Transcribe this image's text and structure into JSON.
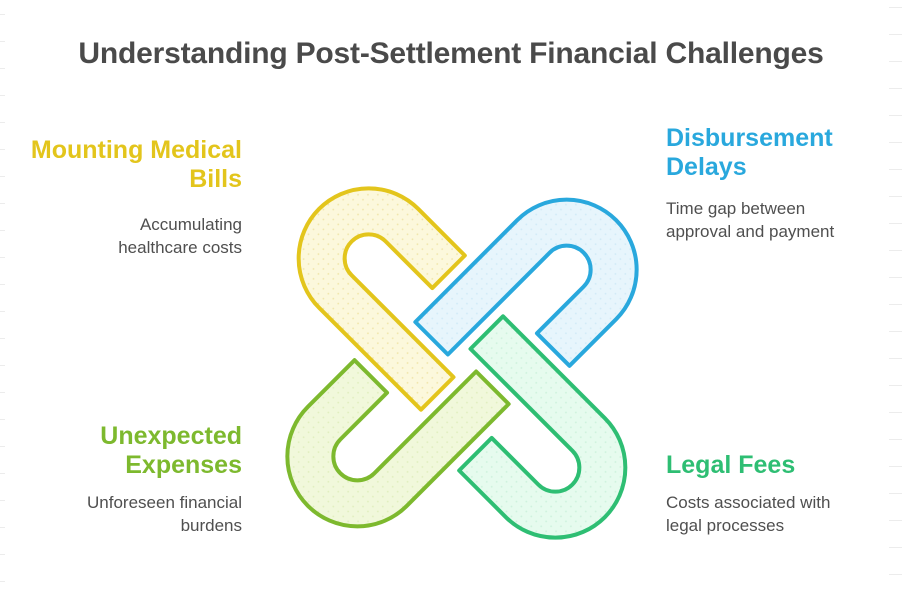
{
  "title": "Understanding Post-Settlement Financial Challenges",
  "title_color": "#4a4a4a",
  "body_text_color": "#4f4f4f",
  "sections": [
    {
      "id": "mounting-medical-bills",
      "heading": "Mounting Medical\nBills",
      "body": "Accumulating\nhealthcare costs",
      "color": "#e3c51c",
      "band_fill": "#fcf8dc",
      "band_dot": "#f0e5a8"
    },
    {
      "id": "disbursement-delays",
      "heading": "Disbursement\nDelays",
      "body": "Time gap between\napproval and payment",
      "color": "#29a8dd",
      "band_fill": "#e7f5fc",
      "band_dot": "#cfeaf7"
    },
    {
      "id": "unexpected-expenses",
      "heading": "Unexpected\nExpenses",
      "body": "Unforeseen financial\nburdens",
      "color": "#7db92e",
      "band_fill": "#f1f8db",
      "band_dot": "#e0efbd"
    },
    {
      "id": "legal-fees",
      "heading": "Legal Fees",
      "body": "Costs associated with\nlegal processes",
      "color": "#2ebe73",
      "band_fill": "#e6fbee",
      "band_dot": "#ccf2dc"
    }
  ]
}
